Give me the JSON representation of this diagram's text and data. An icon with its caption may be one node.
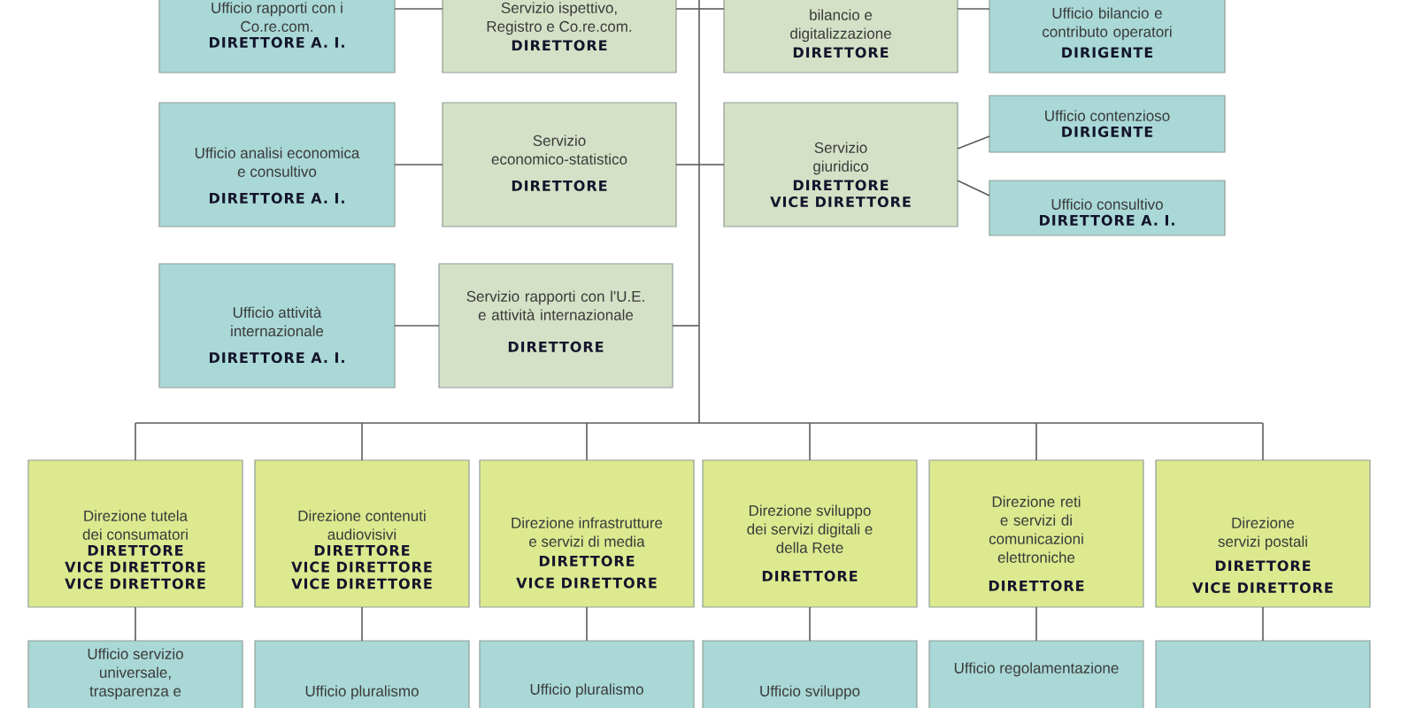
{
  "diagram": {
    "nodes": [
      {
        "text": [
          "Ufficio rapporti con i Co.re.com.",
          "DIRETTORE A. I."
        ]
      },
      {
        "text": [
          "Servizio ispettivo, Registro e Co.re.com.",
          "DIRETTORE"
        ]
      },
      {
        "text": [
          "bilancio e digitalizzazione",
          "DIRETTORE"
        ]
      },
      {
        "text": [
          "Ufficio bilancio e contributo operatori",
          "DIRIGENTE"
        ]
      },
      {
        "text": [
          "Ufficio analisi economica e consultivo",
          "DIRETTORE A. I."
        ]
      },
      {
        "text": [
          "Servizio economico-statistico",
          "DIRETTORE"
        ]
      },
      {
        "text": [
          "Servizio giuridico",
          "DIRETTORE",
          "VICE DIRETTORE"
        ]
      },
      {
        "text": [
          "Ufficio contenzioso",
          "DIRIGENTE"
        ]
      },
      {
        "text": [
          "Ufficio consultivo",
          "DIRETTORE A. I."
        ]
      },
      {
        "text": [
          "Ufficio attività internazionale",
          "DIRETTORE A. I."
        ]
      },
      {
        "text": [
          "Servizio rapporti con l'U.E. e attività internazionale",
          "DIRETTORE"
        ]
      },
      {
        "text": [
          "Direzione tutela dei consumatori",
          "DIRETTORE",
          "VICE DIRETTORE",
          "VICE DIRETTORE"
        ]
      },
      {
        "text": [
          "Direzione contenuti audiovisivi",
          "DIRETTORE",
          "VICE DIRETTORE",
          "VICE DIRETTORE"
        ]
      },
      {
        "text": [
          "Direzione infrastrutture e servizi di media",
          "DIRETTORE",
          "VICE DIRETTORE"
        ]
      },
      {
        "text": [
          "Direzione sviluppo dei servizi digitali e della Rete",
          "DIRETTORE"
        ]
      },
      {
        "text": [
          "Direzione reti e servizi di comunicazioni elettroniche",
          "DIRETTORE"
        ]
      },
      {
        "text": [
          "Direzione servizi postali",
          "DIRETTORE",
          "VICE DIRETTORE"
        ]
      },
      {
        "text": [
          "Ufficio servizio universale, trasparenza e"
        ]
      },
      {
        "text": [
          "Ufficio pluralismo"
        ]
      },
      {
        "text": [
          "Ufficio pluralismo"
        ]
      },
      {
        "text": [
          "Ufficio sviluppo"
        ]
      },
      {
        "text": [
          "Ufficio regolamentazione"
        ]
      },
      {
        "text": [],
        "shape": "box"
      }
    ],
    "edges": [
      {
        "from": null,
        "to": 1,
        "arrow": "none"
      },
      {
        "from": null,
        "to": 2,
        "arrow": "none"
      },
      {
        "from": null,
        "to": 5,
        "arrow": "none"
      },
      {
        "from": null,
        "to": 6,
        "arrow": "none"
      },
      {
        "from": null,
        "to": 10,
        "arrow": "none"
      },
      {
        "from": null,
        "to": 11,
        "arrow": "none"
      },
      {
        "from": null,
        "to": 12,
        "arrow": "none"
      },
      {
        "from": null,
        "to": 13,
        "arrow": "none"
      },
      {
        "from": null,
        "to": 14,
        "arrow": "none"
      },
      {
        "from": null,
        "to": 15,
        "arrow": "none"
      },
      {
        "from": null,
        "to": 16,
        "arrow": "none"
      },
      {
        "from": 1,
        "to": 0,
        "arrow": "none"
      },
      {
        "from": 2,
        "to": 3,
        "arrow": "none"
      },
      {
        "from": 5,
        "to": 4,
        "arrow": "none"
      },
      {
        "from": 6,
        "to": 7,
        "arrow": "none"
      },
      {
        "from": 6,
        "to": 8,
        "arrow": "none"
      },
      {
        "from": 10,
        "to": 9,
        "arrow": "none"
      },
      {
        "from": 11,
        "to": 17,
        "arrow": "none"
      },
      {
        "from": 12,
        "to": 18,
        "arrow": "none"
      },
      {
        "from": 13,
        "to": 19,
        "arrow": "none"
      },
      {
        "from": 14,
        "to": 20,
        "arrow": "none"
      },
      {
        "from": 15,
        "to": 21,
        "arrow": "none"
      },
      {
        "from": 16,
        "to": 22,
        "arrow": "none"
      }
    ]
  }
}
